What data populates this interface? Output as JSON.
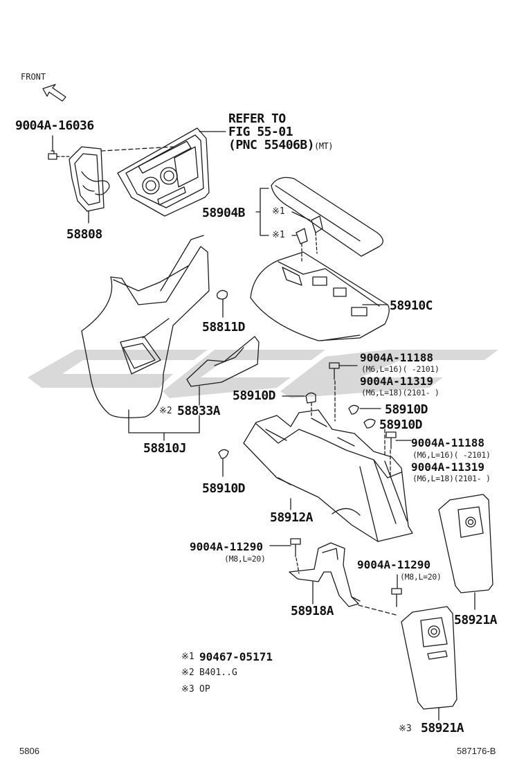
{
  "front_label": "FRONT",
  "refer": {
    "line1": "REFER TO",
    "line2": "FIG 55-01",
    "line3": "(PNC 55406B)",
    "line3_suffix": "(MT)"
  },
  "parts": {
    "p_9004a_16036": "9004A-16036",
    "p_58808": "58808",
    "p_58904b": "58904B",
    "mark1_a": "※1",
    "mark1_b": "※1",
    "p_58910c": "58910C",
    "p_58811d": "58811D",
    "p_9004a_11188_top": "9004A-11188",
    "p_9004a_11188_top_spec": "(M6,L=16)(      -2101)",
    "p_9004a_11319_top": "9004A-11319",
    "p_9004a_11319_top_spec": "(M6,L=18)(2101-      )",
    "p_58910d_a": "58910D",
    "p_58910d_b": "58910D",
    "p_58910d_c": "58910D",
    "p_58833a_mark": "※2",
    "p_58833a": "58833A",
    "p_9004a_11188_mid": "9004A-11188",
    "p_9004a_11188_mid_spec": "(M6,L=16)(      -2101)",
    "p_9004a_11319_mid": "9004A-11319",
    "p_9004a_11319_mid_spec": "(M6,L=18)(2101-      )",
    "p_58810j": "58810J",
    "p_58910d_d": "58910D",
    "p_58912a": "58912A",
    "p_9004a_11290_left": "9004A-11290",
    "p_9004a_11290_left_spec": "(M8,L=20)",
    "p_9004a_11290_right": "9004A-11290",
    "p_9004a_11290_right_spec": "(M8,L=20)",
    "p_58918a": "58918A",
    "p_58921a_a": "58921A",
    "p_58921a_b_mark": "※3",
    "p_58921a_b": "58921A"
  },
  "notes": [
    {
      "mark": "※1",
      "text": "90467-05171"
    },
    {
      "mark": "※2",
      "text": "B401..G"
    },
    {
      "mark": "※3",
      "text": "OP"
    }
  ],
  "footer": {
    "left": "5806",
    "right": "587176-B"
  },
  "colors": {
    "line": "#1a1a1a",
    "watermark": "#cfcfcf"
  }
}
